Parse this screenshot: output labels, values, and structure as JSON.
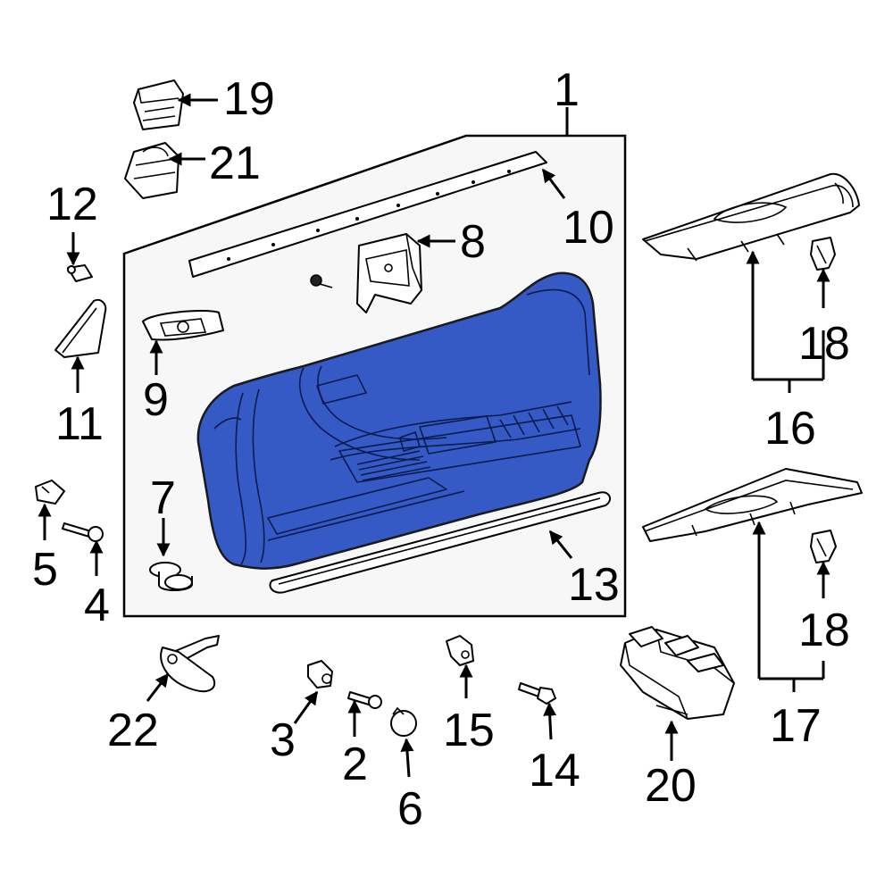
{
  "colors": {
    "highlight_fill": "#3559c5",
    "background": "#ffffff",
    "ink": "#000000",
    "box_fill": "#f7f7f7"
  },
  "callouts": {
    "p1": "1",
    "p2": "2",
    "p3": "3",
    "p4": "4",
    "p5": "5",
    "p6": "6",
    "p7": "7",
    "p8": "8",
    "p9": "9",
    "p10": "10",
    "p11": "11",
    "p12": "12",
    "p13": "13",
    "p14": "14",
    "p15": "15",
    "p16": "16",
    "p17": "17",
    "p18a": "18",
    "p18b": "18",
    "p19": "19",
    "p20": "20",
    "p21": "21",
    "p22": "22"
  },
  "highlighted_part": "1",
  "icons": {
    "door-trim-panel": "door-trim-panel-icon",
    "weatherstrip": "belt-weatherstrip-icon",
    "bracket": "bracket-icon",
    "handle-bezel": "handle-bezel-icon",
    "clip": "clip-icon",
    "screw": "screw-icon",
    "switch": "switch-icon",
    "armrest": "armrest-icon",
    "stud": "stud-icon"
  }
}
